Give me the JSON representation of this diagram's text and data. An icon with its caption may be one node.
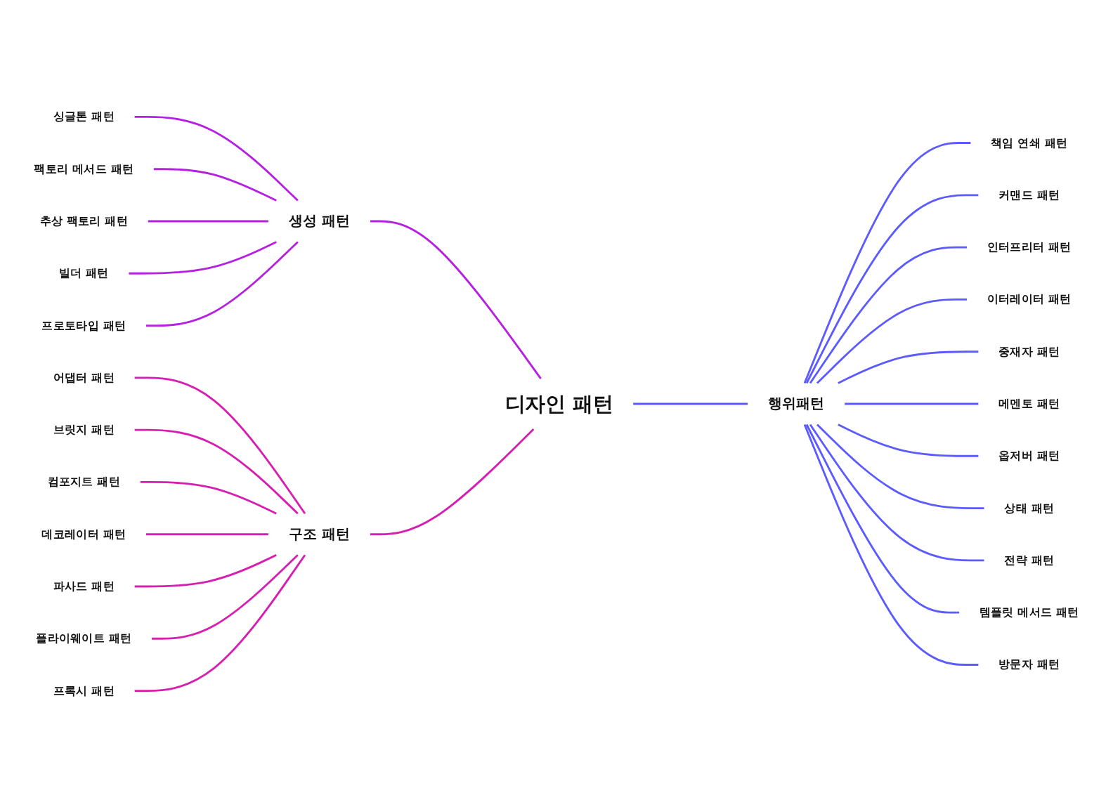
{
  "diagram": {
    "nodes": [
      {
        "text": [
          "디자인 패턴"
        ]
      },
      {
        "text": [
          "생성 패턴"
        ]
      },
      {
        "text": [
          "싱글톤 패턴"
        ]
      },
      {
        "text": [
          "팩토리 메서드 패턴"
        ]
      },
      {
        "text": [
          "추상 팩토리 패턴"
        ]
      },
      {
        "text": [
          "빌더 패턴"
        ]
      },
      {
        "text": [
          "프로토타입 패턴"
        ]
      },
      {
        "text": [
          "구조 패턴"
        ]
      },
      {
        "text": [
          "어댑터 패턴"
        ]
      },
      {
        "text": [
          "브릿지 패턴"
        ]
      },
      {
        "text": [
          "컴포지트 패턴"
        ]
      },
      {
        "text": [
          "데코레이터 패턴"
        ]
      },
      {
        "text": [
          "파사드 패턴"
        ]
      },
      {
        "text": [
          "플라이웨이트 패턴"
        ]
      },
      {
        "text": [
          "프록시 패턴"
        ]
      },
      {
        "text": [
          "행위패턴"
        ]
      },
      {
        "text": [
          "책임 연쇄 패턴"
        ]
      },
      {
        "text": [
          "커맨드 패턴"
        ]
      },
      {
        "text": [
          "인터프리터 패턴"
        ]
      },
      {
        "text": [
          "이터레이터 패턴"
        ]
      },
      {
        "text": [
          "중재자 패턴"
        ]
      },
      {
        "text": [
          "메멘토 패턴"
        ]
      },
      {
        "text": [
          "옵저버 패턴"
        ]
      },
      {
        "text": [
          "상태 패턴"
        ]
      },
      {
        "text": [
          "전략 패턴"
        ]
      },
      {
        "text": [
          "템플릿 메서드 패턴"
        ]
      },
      {
        "text": [
          "방문자 패턴"
        ]
      }
    ],
    "edges": [
      {
        "from": 0,
        "to": 1,
        "arrow": "none",
        "color": "#b620e0"
      },
      {
        "from": 1,
        "to": 2,
        "arrow": "none",
        "color": "#b620e0"
      },
      {
        "from": 1,
        "to": 3,
        "arrow": "none",
        "color": "#b620e0"
      },
      {
        "from": 1,
        "to": 4,
        "arrow": "none",
        "color": "#b620e0"
      },
      {
        "from": 1,
        "to": 5,
        "arrow": "none",
        "color": "#b620e0"
      },
      {
        "from": 1,
        "to": 6,
        "arrow": "none",
        "color": "#b620e0"
      },
      {
        "from": 0,
        "to": 7,
        "arrow": "none",
        "color": "#d61fb0"
      },
      {
        "from": 7,
        "to": 8,
        "arrow": "none",
        "color": "#d61fb0"
      },
      {
        "from": 7,
        "to": 9,
        "arrow": "none",
        "color": "#d61fb0"
      },
      {
        "from": 7,
        "to": 10,
        "arrow": "none",
        "color": "#d61fb0"
      },
      {
        "from": 7,
        "to": 11,
        "arrow": "none",
        "color": "#d61fb0"
      },
      {
        "from": 7,
        "to": 12,
        "arrow": "none",
        "color": "#d61fb0"
      },
      {
        "from": 7,
        "to": 13,
        "arrow": "none",
        "color": "#d61fb0"
      },
      {
        "from": 7,
        "to": 14,
        "arrow": "none",
        "color": "#d61fb0"
      },
      {
        "from": 0,
        "to": 15,
        "arrow": "none"
      },
      {
        "from": 15,
        "to": 16,
        "arrow": "none"
      },
      {
        "from": 15,
        "to": 17,
        "arrow": "none"
      },
      {
        "from": 15,
        "to": 18,
        "arrow": "none"
      },
      {
        "from": 15,
        "to": 19,
        "arrow": "none"
      },
      {
        "from": 15,
        "to": 20,
        "arrow": "none"
      },
      {
        "from": 15,
        "to": 21,
        "arrow": "none"
      },
      {
        "from": 15,
        "to": 22,
        "arrow": "none"
      },
      {
        "from": 15,
        "to": 23,
        "arrow": "none"
      },
      {
        "from": 15,
        "to": 24,
        "arrow": "none"
      },
      {
        "from": 15,
        "to": 25,
        "arrow": "none"
      },
      {
        "from": 15,
        "to": 26,
        "arrow": "none"
      }
    ]
  }
}
